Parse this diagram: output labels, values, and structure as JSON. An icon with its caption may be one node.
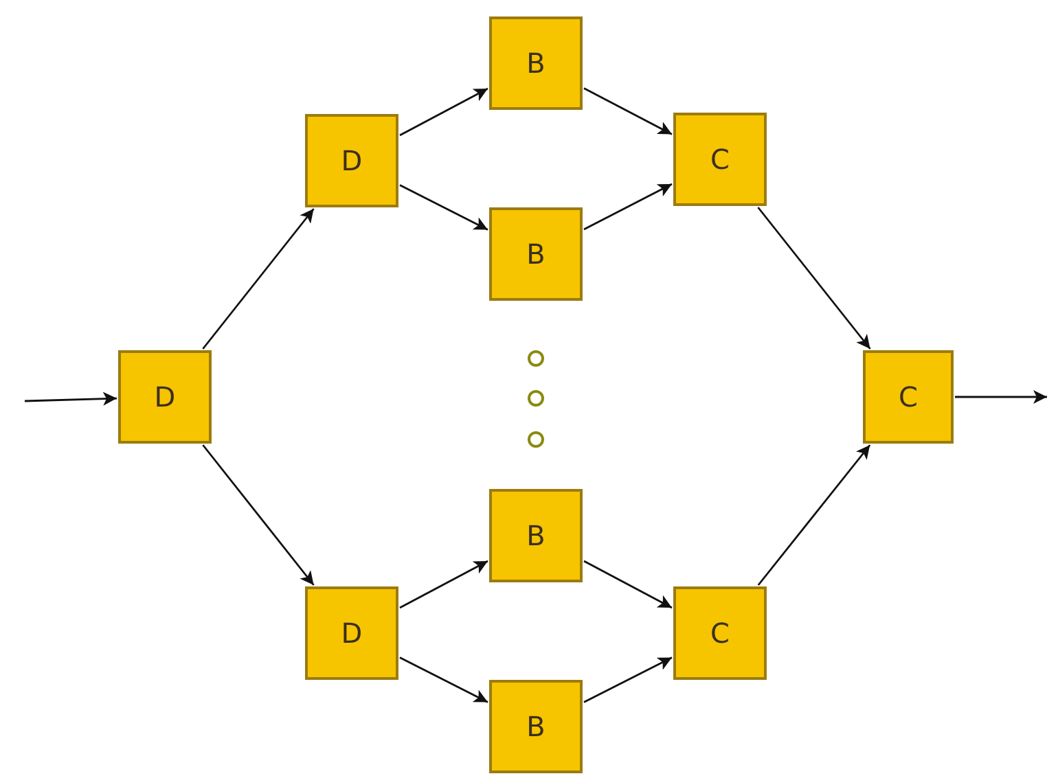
{
  "diagram": {
    "nodes": [
      {
        "text": [
          "D"
        ]
      },
      {
        "text": [
          "D"
        ]
      },
      {
        "text": [
          "B"
        ]
      },
      {
        "text": [
          "B"
        ]
      },
      {
        "text": [
          "C"
        ]
      },
      {
        "text": [
          "B"
        ]
      },
      {
        "text": [
          "D"
        ]
      },
      {
        "text": [
          "B"
        ]
      },
      {
        "text": [
          "C"
        ]
      },
      {
        "text": [
          "C"
        ]
      }
    ],
    "edges": [
      {
        "from": null,
        "to": 0,
        "arrow": "to"
      },
      {
        "from": 0,
        "to": 1,
        "arrow": "to"
      },
      {
        "from": 0,
        "to": 6,
        "arrow": "to"
      },
      {
        "from": 1,
        "to": 2,
        "arrow": "to"
      },
      {
        "from": 1,
        "to": 3,
        "arrow": "to"
      },
      {
        "from": 2,
        "to": 4,
        "arrow": "to"
      },
      {
        "from": 3,
        "to": 4,
        "arrow": "to"
      },
      {
        "from": 6,
        "to": 5,
        "arrow": "to"
      },
      {
        "from": 6,
        "to": 7,
        "arrow": "to"
      },
      {
        "from": 5,
        "to": 8,
        "arrow": "to"
      },
      {
        "from": 7,
        "to": 8,
        "arrow": "to"
      },
      {
        "from": 4,
        "to": 9,
        "arrow": "to"
      },
      {
        "from": 8,
        "to": 9,
        "arrow": "to"
      },
      {
        "from": 9,
        "to": null,
        "arrow": "to"
      }
    ]
  }
}
